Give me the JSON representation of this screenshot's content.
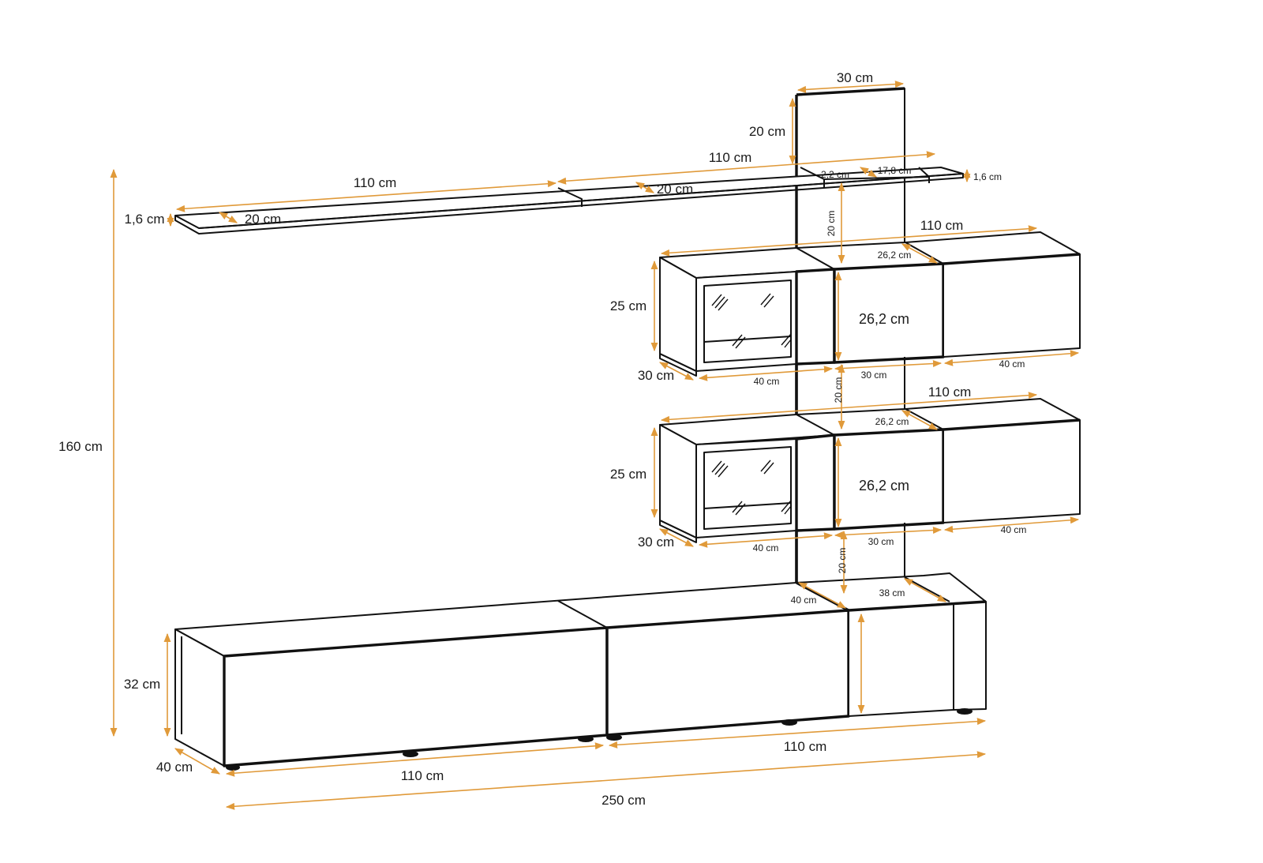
{
  "colors": {
    "dimension": "#E09A3A",
    "outline": "#111111",
    "background": "#ffffff"
  },
  "labels": {
    "top_panel_width": "30 cm",
    "top_panel_height": "20 cm",
    "shelf_right_width": "110 cm",
    "shelf_left_width": "110 cm",
    "shelf_depth_a": "20 cm",
    "shelf_depth_b": "20 cm",
    "shelf_thickness_left": "1,6 cm",
    "shelf_thickness_right": "1,6 cm",
    "shelf_gap": "2,2 cm",
    "shelf_end": "17,8 cm",
    "panel_gap_1": "20 cm",
    "panel_gap_2": "20 cm",
    "panel_gap_3": "20 cm",
    "total_height": "160 cm",
    "upper_cab_width": "110 cm",
    "upper_cab_top_depth": "26,2 cm",
    "upper_cab_height": "25 cm",
    "upper_cab_mid_height": "26,2 cm",
    "upper_cab_depth": "30 cm",
    "upper_cab_w_left": "40 cm",
    "upper_cab_w_mid": "30 cm",
    "upper_cab_w_right": "40 cm",
    "lower_cab_width": "110 cm",
    "lower_cab_top_depth": "26,2 cm",
    "lower_cab_height": "25 cm",
    "lower_cab_mid_height": "26,2 cm",
    "lower_cab_depth": "30 cm",
    "lower_cab_w_left": "40 cm",
    "lower_cab_w_mid": "30 cm",
    "lower_cab_w_right": "40 cm",
    "tv_side_top_depth": "40 cm",
    "tv_side_top_width": "38 cm",
    "tv_height": "32 cm",
    "tv_depth": "40 cm",
    "tv_left_width": "110 cm",
    "tv_right_width": "110 cm",
    "total_width": "250 cm"
  }
}
